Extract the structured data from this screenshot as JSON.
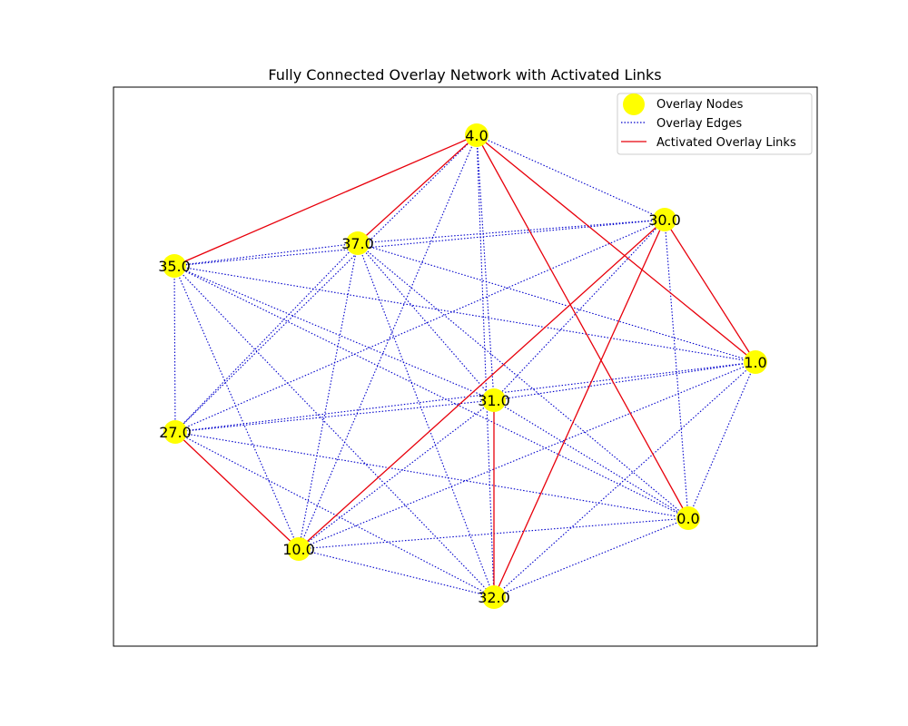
{
  "title": "Fully Connected Overlay Network with Activated Links",
  "colors": {
    "node_fill": "#ffff00",
    "overlay_edge": "#0000cc",
    "activated_link": "#e8000b",
    "frame": "#000000"
  },
  "legend": {
    "placement": "upper-right",
    "items": [
      {
        "label": "Overlay Nodes",
        "style": "node"
      },
      {
        "label": "Overlay Edges",
        "style": "dotted"
      },
      {
        "label": "Activated Overlay Links",
        "style": "solid"
      }
    ]
  },
  "chart_data": {
    "type": "network",
    "title": "Fully Connected Overlay Network with Activated Links",
    "nodes": [
      {
        "id": "4.0"
      },
      {
        "id": "30.0"
      },
      {
        "id": "37.0"
      },
      {
        "id": "35.0"
      },
      {
        "id": "1.0"
      },
      {
        "id": "31.0"
      },
      {
        "id": "27.0"
      },
      {
        "id": "0.0"
      },
      {
        "id": "10.0"
      },
      {
        "id": "32.0"
      }
    ],
    "overlay_edges": "all node pairs (fully connected)",
    "activated_links": [
      [
        "4.0",
        "35.0"
      ],
      [
        "4.0",
        "37.0"
      ],
      [
        "4.0",
        "1.0"
      ],
      [
        "4.0",
        "0.0"
      ],
      [
        "30.0",
        "1.0"
      ],
      [
        "30.0",
        "10.0"
      ],
      [
        "30.0",
        "32.0"
      ],
      [
        "27.0",
        "10.0"
      ],
      [
        "31.0",
        "32.0"
      ]
    ]
  }
}
